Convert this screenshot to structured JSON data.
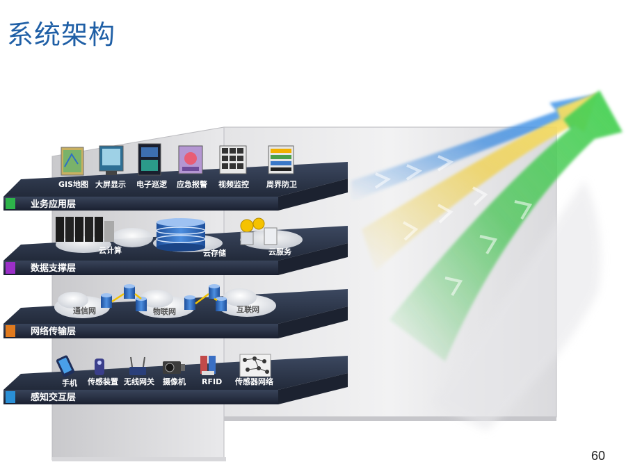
{
  "title": "系统架构",
  "page_number": "60",
  "layers": [
    {
      "name": "业务应用层",
      "color": "#2db34a",
      "items": [
        "GIS地图",
        "大屏显示",
        "电子巡逻",
        "应急报警",
        "视频监控",
        "周界防卫"
      ]
    },
    {
      "name": "数据支撑层",
      "color": "#9b2fc8",
      "items": [
        "云计算",
        "云存储",
        "云服务"
      ]
    },
    {
      "name": "网络传输层",
      "color": "#e07a1e",
      "items": [
        "通信网",
        "物联网",
        "互联网"
      ]
    },
    {
      "name": "感知交互层",
      "color": "#2a8fd6",
      "items": [
        "手机",
        "传感装置",
        "无线网关",
        "摄像机",
        "RFID",
        "传感器网络"
      ]
    }
  ],
  "icons": {
    "layer1": [
      "map-icon",
      "monitor-icon",
      "patrol-screen-icon",
      "alarm-icon",
      "video-wall-icon",
      "perimeter-icon"
    ],
    "layer2": [
      "server-rack-icon",
      "database-stack-icon",
      "cloud-service-icon"
    ],
    "layer3": [
      "network-cloud-icon",
      "database-node-icon"
    ],
    "layer4": [
      "phone-icon",
      "sensor-device-icon",
      "wireless-gateway-icon",
      "camera-icon",
      "rfid-icon",
      "sensor-network-icon"
    ]
  },
  "colors": {
    "title": "#1f5fa6",
    "shelf": "#2f3a4e",
    "arrow_blue": "#3b8be0",
    "arrow_yellow": "#f0d04a",
    "arrow_green": "#3cc24a"
  }
}
